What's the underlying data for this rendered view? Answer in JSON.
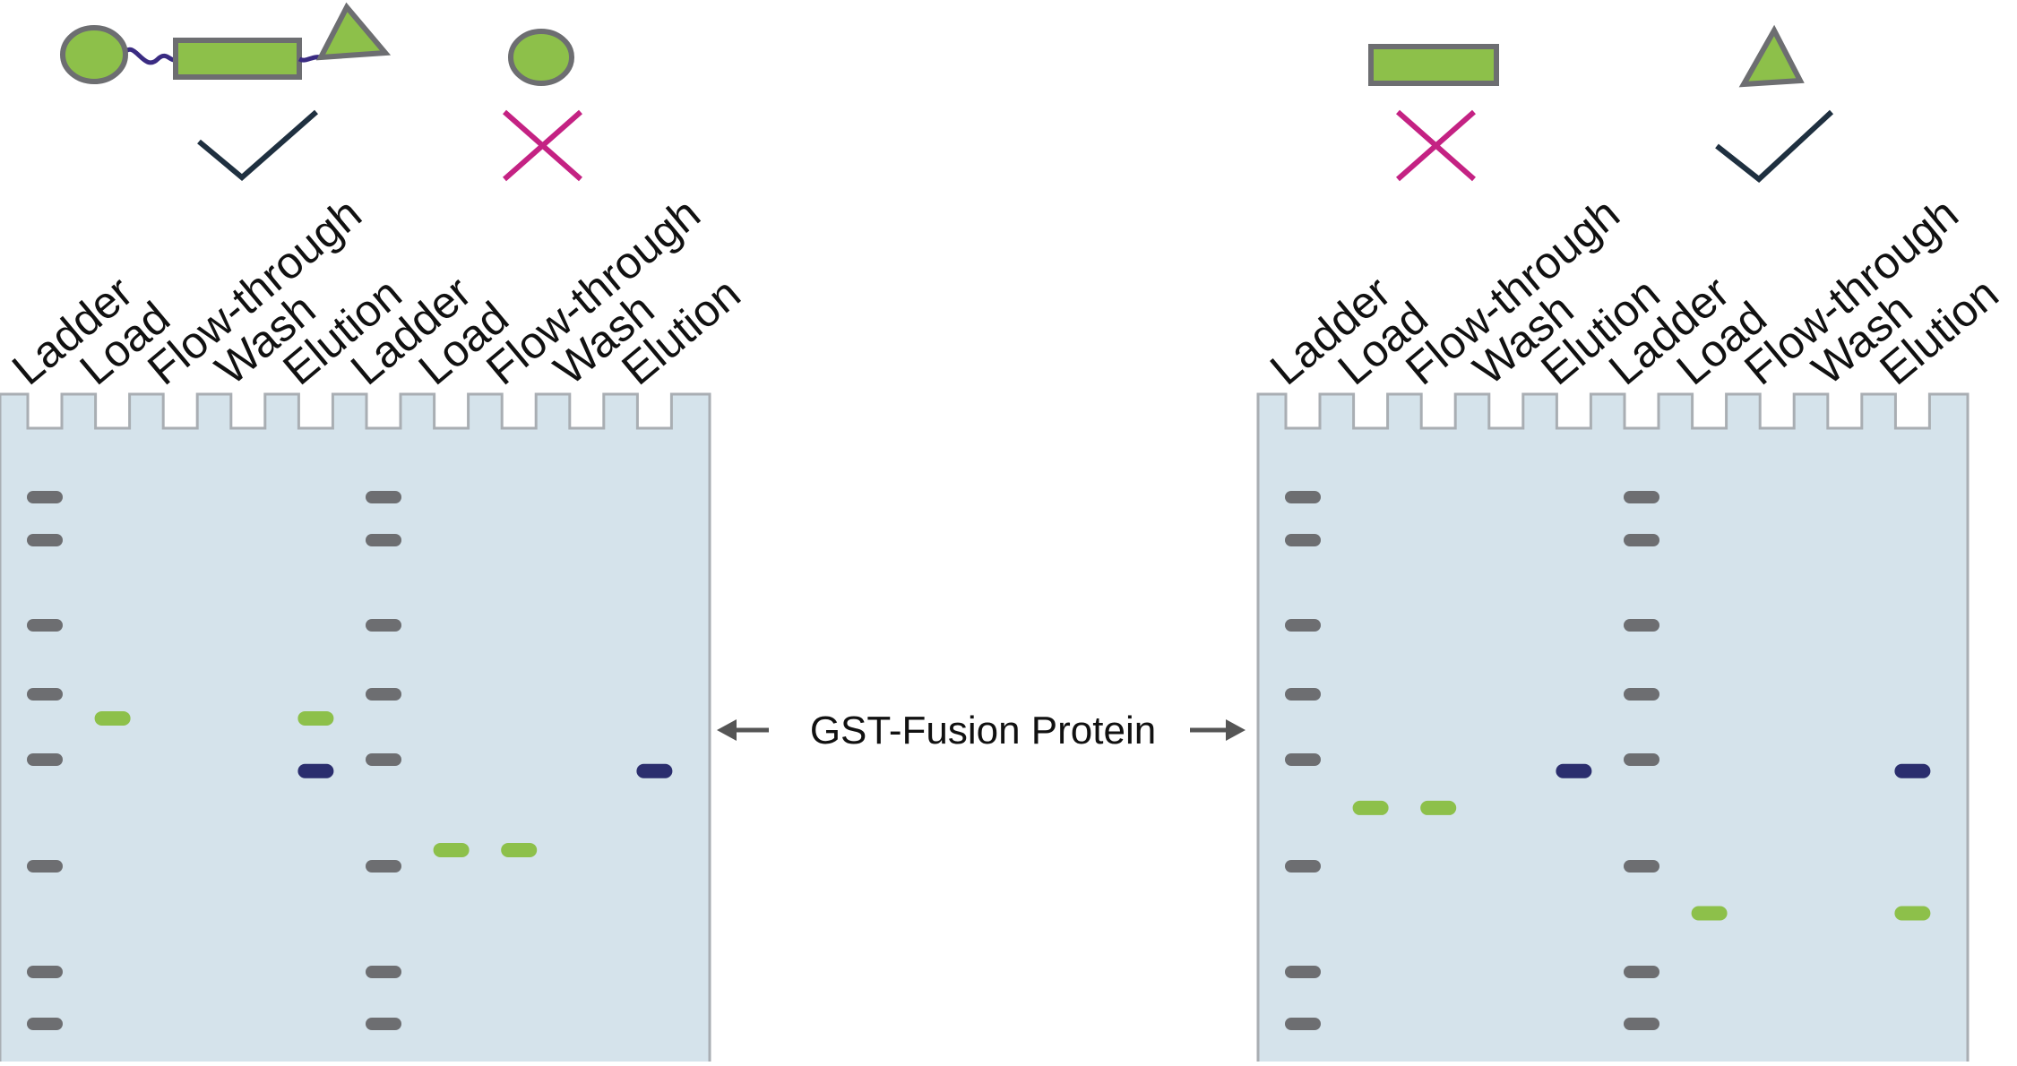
{
  "colors": {
    "gel": "#d5e3eb",
    "gel_border": "#a9aeb3",
    "ladder_band": "#6d6e71",
    "green_band": "#8dc04a",
    "navy_band": "#2b2e6e",
    "shape_fill": "#8dc04a",
    "shape_stroke": "#6d6e71",
    "linker": "#3a2b82",
    "check": "#1f3040",
    "cross": "#c42283",
    "arrow": "#555555"
  },
  "lane_labels": [
    "Ladder",
    "Load",
    "Flow-through",
    "Wash",
    "Elution",
    "Ladder",
    "Load",
    "Flow-through",
    "Wash",
    "Elution"
  ],
  "center_label": "GST-Fusion Protein",
  "icons": {
    "left_fusion": {
      "name": "fusion-protein-icon",
      "mark": "check"
    },
    "left_circle": {
      "name": "gst-tag-icon",
      "mark": "cross"
    },
    "right_rectangle": {
      "name": "protein-rectangle-icon",
      "mark": "cross"
    },
    "right_triangle": {
      "name": "protein-triangle-icon",
      "mark": "check"
    }
  },
  "gels": [
    {
      "name": "left-gel",
      "ladder_bands": 8,
      "bands": [
        {
          "lane": 2,
          "level": 0.42,
          "color": "green"
        },
        {
          "lane": 5,
          "level": 0.42,
          "color": "green"
        },
        {
          "lane": 5,
          "level": 0.52,
          "color": "navy"
        },
        {
          "lane": 7,
          "level": 0.67,
          "color": "green"
        },
        {
          "lane": 8,
          "level": 0.67,
          "color": "green"
        },
        {
          "lane": 10,
          "level": 0.52,
          "color": "navy"
        }
      ]
    },
    {
      "name": "right-gel",
      "ladder_bands": 8,
      "bands": [
        {
          "lane": 2,
          "level": 0.59,
          "color": "green"
        },
        {
          "lane": 3,
          "level": 0.59,
          "color": "green"
        },
        {
          "lane": 5,
          "level": 0.52,
          "color": "navy"
        },
        {
          "lane": 7,
          "level": 0.79,
          "color": "green"
        },
        {
          "lane": 10,
          "level": 0.52,
          "color": "navy"
        },
        {
          "lane": 10,
          "level": 0.79,
          "color": "green"
        }
      ]
    }
  ]
}
